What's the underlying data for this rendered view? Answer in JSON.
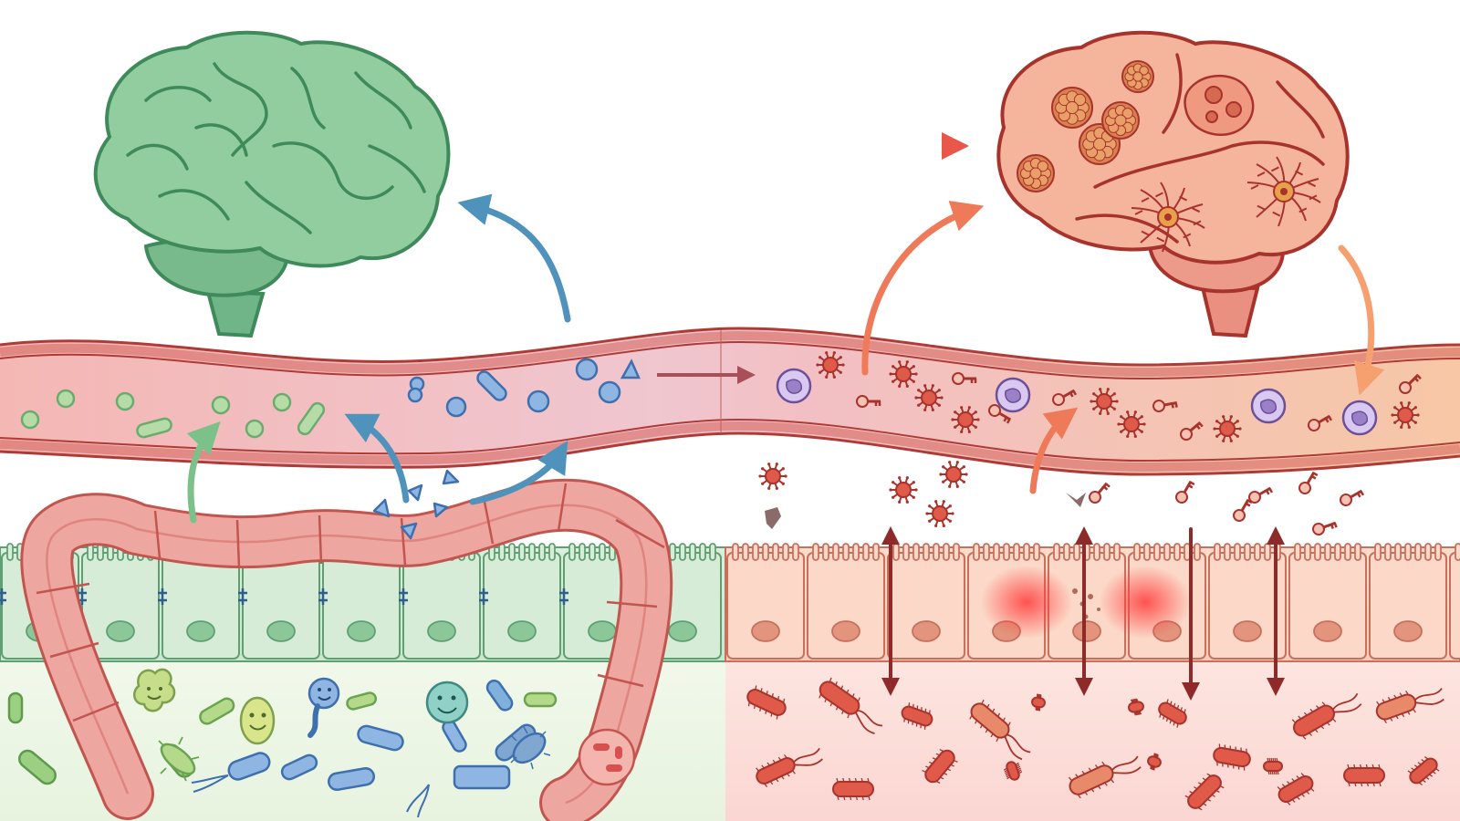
{
  "diagram": {
    "panels": [
      {
        "id": "healthy",
        "side": "left",
        "state": "healthy"
      },
      {
        "id": "disease",
        "side": "right",
        "state": "inflamed"
      }
    ],
    "elements": {
      "brains": [
        "healthy-brain",
        "inflamed-brain"
      ],
      "vessel": "blood-vessel",
      "epithelium": "intestinal-epithelium",
      "organ": "colon",
      "microbiota": [
        "healthy-microbiota",
        "pathogenic-microbiota"
      ]
    },
    "colors": {
      "healthy": "#8cc79a",
      "healthy_stroke": "#3f8a5a",
      "disease": "#f2a98c",
      "disease_stroke": "#a8332c",
      "vessel": "#f2b3b0",
      "vessel_stroke": "#b03a36",
      "metabolite": "#7aa7d8",
      "metabolite_stroke": "#3e6fae",
      "colon": "#eea6a0",
      "colon_stroke": "#c2554f",
      "immune": "#b9a3dd",
      "pathogen": "#e05a4a",
      "arrow_blue": "#4f93bd",
      "arrow_green": "#7cc08a",
      "arrow_orange": "#ef7a5a",
      "arrow_dark": "#8e2a2a"
    }
  }
}
